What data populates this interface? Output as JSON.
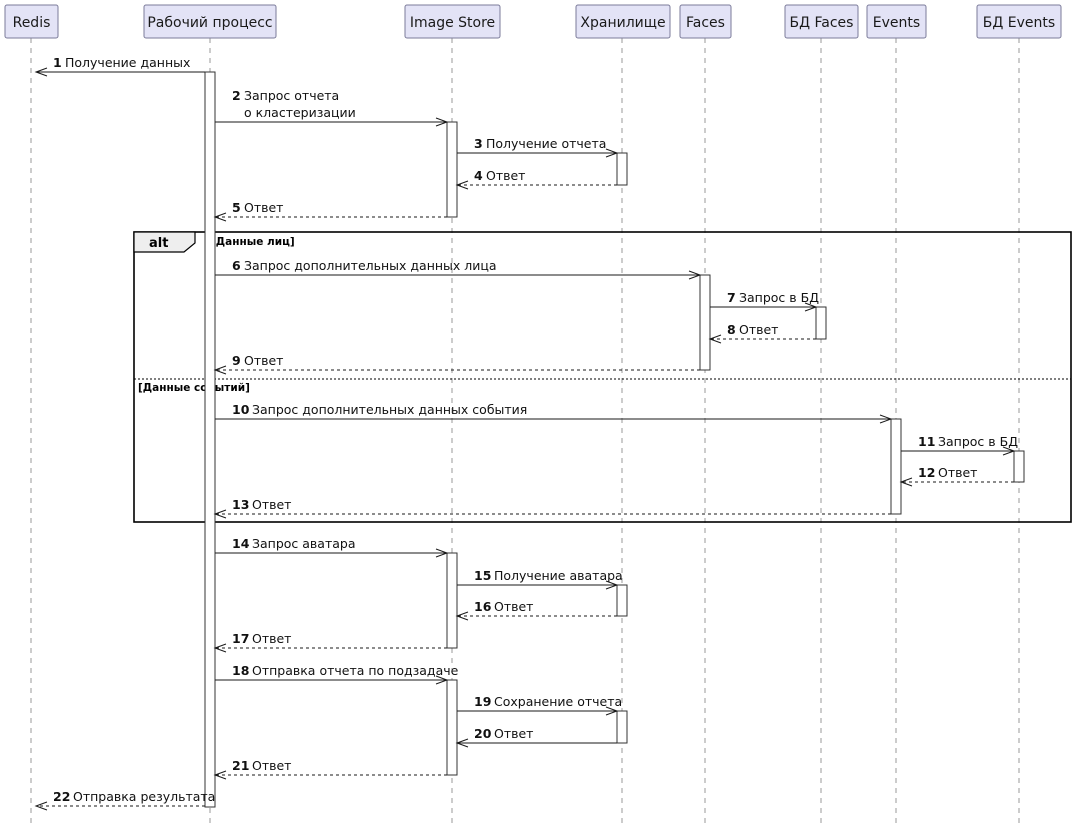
{
  "participants": [
    {
      "id": "redis",
      "label": "Redis"
    },
    {
      "id": "worker",
      "label": "Рабочий процесс"
    },
    {
      "id": "imagestore",
      "label": "Image Store"
    },
    {
      "id": "storage",
      "label": "Хранилище"
    },
    {
      "id": "faces",
      "label": "Faces"
    },
    {
      "id": "dbfaces",
      "label": "БД Faces"
    },
    {
      "id": "events",
      "label": "Events"
    },
    {
      "id": "dbevents",
      "label": "БД Events"
    }
  ],
  "messages": [
    {
      "num": "1",
      "from": "worker",
      "to": "redis",
      "lines": [
        "Получение данных"
      ],
      "style": "solid"
    },
    {
      "num": "2",
      "from": "worker",
      "to": "imagestore",
      "lines": [
        "Запрос отчета",
        "о кластеризации"
      ],
      "style": "solid"
    },
    {
      "num": "3",
      "from": "imagestore",
      "to": "storage",
      "lines": [
        "Получение отчета"
      ],
      "style": "solid"
    },
    {
      "num": "4",
      "from": "storage",
      "to": "imagestore",
      "lines": [
        "Ответ"
      ],
      "style": "dashed"
    },
    {
      "num": "5",
      "from": "imagestore",
      "to": "worker",
      "lines": [
        "Ответ"
      ],
      "style": "dashed"
    },
    {
      "num": "6",
      "from": "worker",
      "to": "faces",
      "lines": [
        "Запрос дополнительных данных лица"
      ],
      "style": "solid"
    },
    {
      "num": "7",
      "from": "faces",
      "to": "dbfaces",
      "lines": [
        "Запрос в БД"
      ],
      "style": "solid"
    },
    {
      "num": "8",
      "from": "dbfaces",
      "to": "faces",
      "lines": [
        "Ответ"
      ],
      "style": "dashed"
    },
    {
      "num": "9",
      "from": "faces",
      "to": "worker",
      "lines": [
        "Ответ"
      ],
      "style": "dashed"
    },
    {
      "num": "10",
      "from": "worker",
      "to": "events",
      "lines": [
        "Запрос дополнительных данных события"
      ],
      "style": "solid"
    },
    {
      "num": "11",
      "from": "events",
      "to": "dbevents",
      "lines": [
        "Запрос в БД"
      ],
      "style": "solid"
    },
    {
      "num": "12",
      "from": "dbevents",
      "to": "events",
      "lines": [
        "Ответ"
      ],
      "style": "dashed"
    },
    {
      "num": "13",
      "from": "events",
      "to": "worker",
      "lines": [
        "Ответ"
      ],
      "style": "dashed"
    },
    {
      "num": "14",
      "from": "worker",
      "to": "imagestore",
      "lines": [
        "Запрос аватара"
      ],
      "style": "solid"
    },
    {
      "num": "15",
      "from": "imagestore",
      "to": "storage",
      "lines": [
        "Получение аватара"
      ],
      "style": "solid"
    },
    {
      "num": "16",
      "from": "storage",
      "to": "imagestore",
      "lines": [
        "Ответ"
      ],
      "style": "dashed"
    },
    {
      "num": "17",
      "from": "imagestore",
      "to": "worker",
      "lines": [
        "Ответ"
      ],
      "style": "dashed"
    },
    {
      "num": "18",
      "from": "worker",
      "to": "imagestore",
      "lines": [
        "Отправка отчета по подзадаче"
      ],
      "style": "solid"
    },
    {
      "num": "19",
      "from": "imagestore",
      "to": "storage",
      "lines": [
        "Сохранение отчета"
      ],
      "style": "solid"
    },
    {
      "num": "20",
      "from": "storage",
      "to": "imagestore",
      "lines": [
        "Ответ"
      ],
      "style": "solid"
    },
    {
      "num": "21",
      "from": "imagestore",
      "to": "worker",
      "lines": [
        "Ответ"
      ],
      "style": "dashed"
    },
    {
      "num": "22",
      "from": "worker",
      "to": "redis",
      "lines": [
        "Отправка результата"
      ],
      "style": "dashed"
    }
  ],
  "alt_frame": {
    "label": "alt",
    "guards": [
      "[Данные лиц]",
      "[Данные событий]"
    ]
  }
}
